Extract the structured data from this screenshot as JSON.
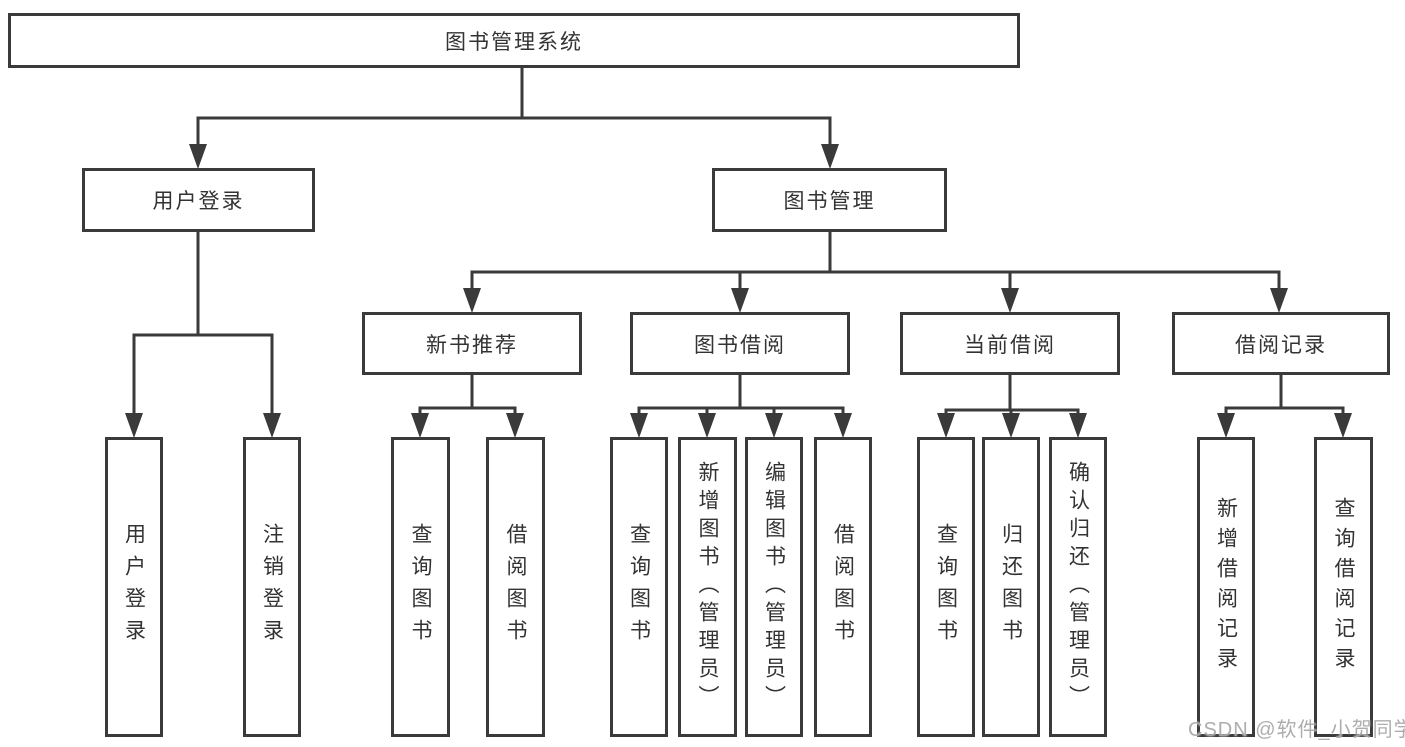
{
  "diagram": {
    "root": {
      "label": "图书管理系统"
    },
    "level2": [
      {
        "id": "user-login",
        "label": "用户登录"
      },
      {
        "id": "book-management",
        "label": "图书管理"
      }
    ],
    "level3": [
      {
        "id": "new-book-recommend",
        "label": "新书推荐"
      },
      {
        "id": "book-borrowing",
        "label": "图书借阅"
      },
      {
        "id": "current-borrowing",
        "label": "当前借阅"
      },
      {
        "id": "borrowing-records",
        "label": "借阅记录"
      }
    ],
    "leaves": {
      "user_login_children": [
        {
          "label": "用户登录"
        },
        {
          "label": "注销登录"
        }
      ],
      "new_book_children": [
        {
          "label": "查询图书"
        },
        {
          "label": "借阅图书"
        }
      ],
      "book_borrow_children": [
        {
          "label": "查询图书"
        },
        {
          "label": "新增图书（管理员）"
        },
        {
          "label": "编辑图书（管理员）"
        },
        {
          "label": "借阅图书"
        }
      ],
      "current_borrow_children": [
        {
          "label": "查询图书"
        },
        {
          "label": "归还图书"
        },
        {
          "label": "确认归还（管理员）"
        }
      ],
      "record_children": [
        {
          "label": "新增借阅记录"
        },
        {
          "label": "查询借阅记录"
        }
      ]
    }
  },
  "watermark": {
    "text": "CSDN @软件_小贺同学"
  },
  "colors": {
    "line": "#3a3a3a",
    "text": "#333333",
    "watermark_text": "#a4a4a4",
    "background": "#ffffff"
  }
}
